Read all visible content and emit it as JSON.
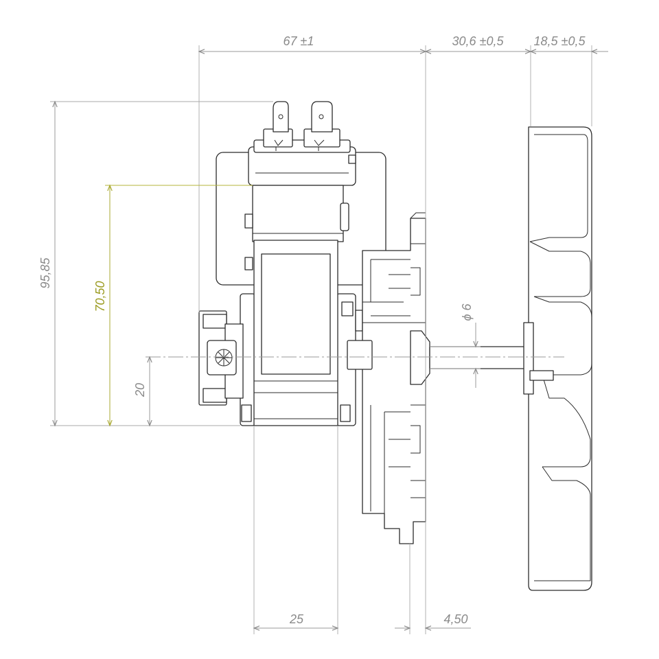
{
  "dimensions": {
    "overall_length": "67 ±1",
    "shaft_length": "30,6 ±0,5",
    "fan_width": "18,5 ±0,5",
    "overall_height": "95,85",
    "height_to_coil": "70,50",
    "shaft_height": "20",
    "shaft_diameter": "ϕ 6",
    "frame_width": "25",
    "plate_offset": "4,50"
  },
  "colors": {
    "outline": "#2b2b2b",
    "dimension": "#8a8a8a",
    "highlight": "#9c9c22"
  }
}
